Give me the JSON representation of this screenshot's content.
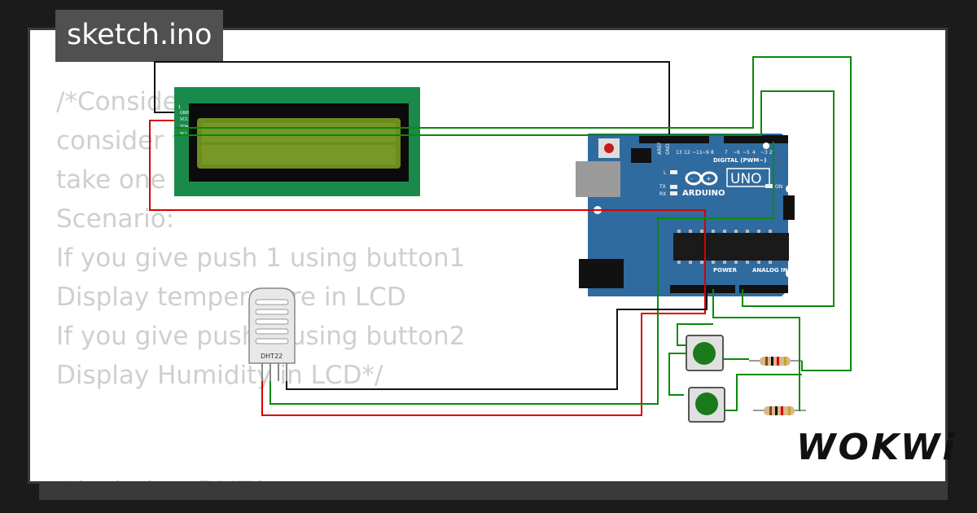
{
  "tab": {
    "filename": "sketch.ino"
  },
  "code_lines": [
    "/*Conside",
    "consider t",
    "take one L",
    "Scenario:",
    "If you give push 1 using button1",
    "Display temperature in LCD",
    "If you give push 2 using button2",
    "Display Humidity in LCD*/",
    "",
    "#include <DHT.h>"
  ],
  "arduino": {
    "brand": "ARDUINO",
    "model": "UNO",
    "digital_label": "DIGITAL (PWM~)",
    "power_label": "POWER",
    "analog_label": "ANALOG IN",
    "on_label": "ON",
    "tx_label": "TX",
    "rx_label": "RX",
    "l_label": "L",
    "aref_label": "AREF",
    "gnd_label": "GND"
  },
  "sensor": {
    "label": "DHT22"
  },
  "lcd": {
    "pins": [
      "GND",
      "VCC",
      "SDA",
      "SCL"
    ]
  },
  "brand": {
    "logo": "WOKWi"
  },
  "colors": {
    "board": "#2f6b9f",
    "lcd_pcb": "#1a8a4a",
    "lcd_screen": "#6b8c1f",
    "wire_red": "#d90000",
    "wire_green": "#0a8a0a",
    "wire_black": "#111111",
    "button": "#1b7a1b"
  }
}
